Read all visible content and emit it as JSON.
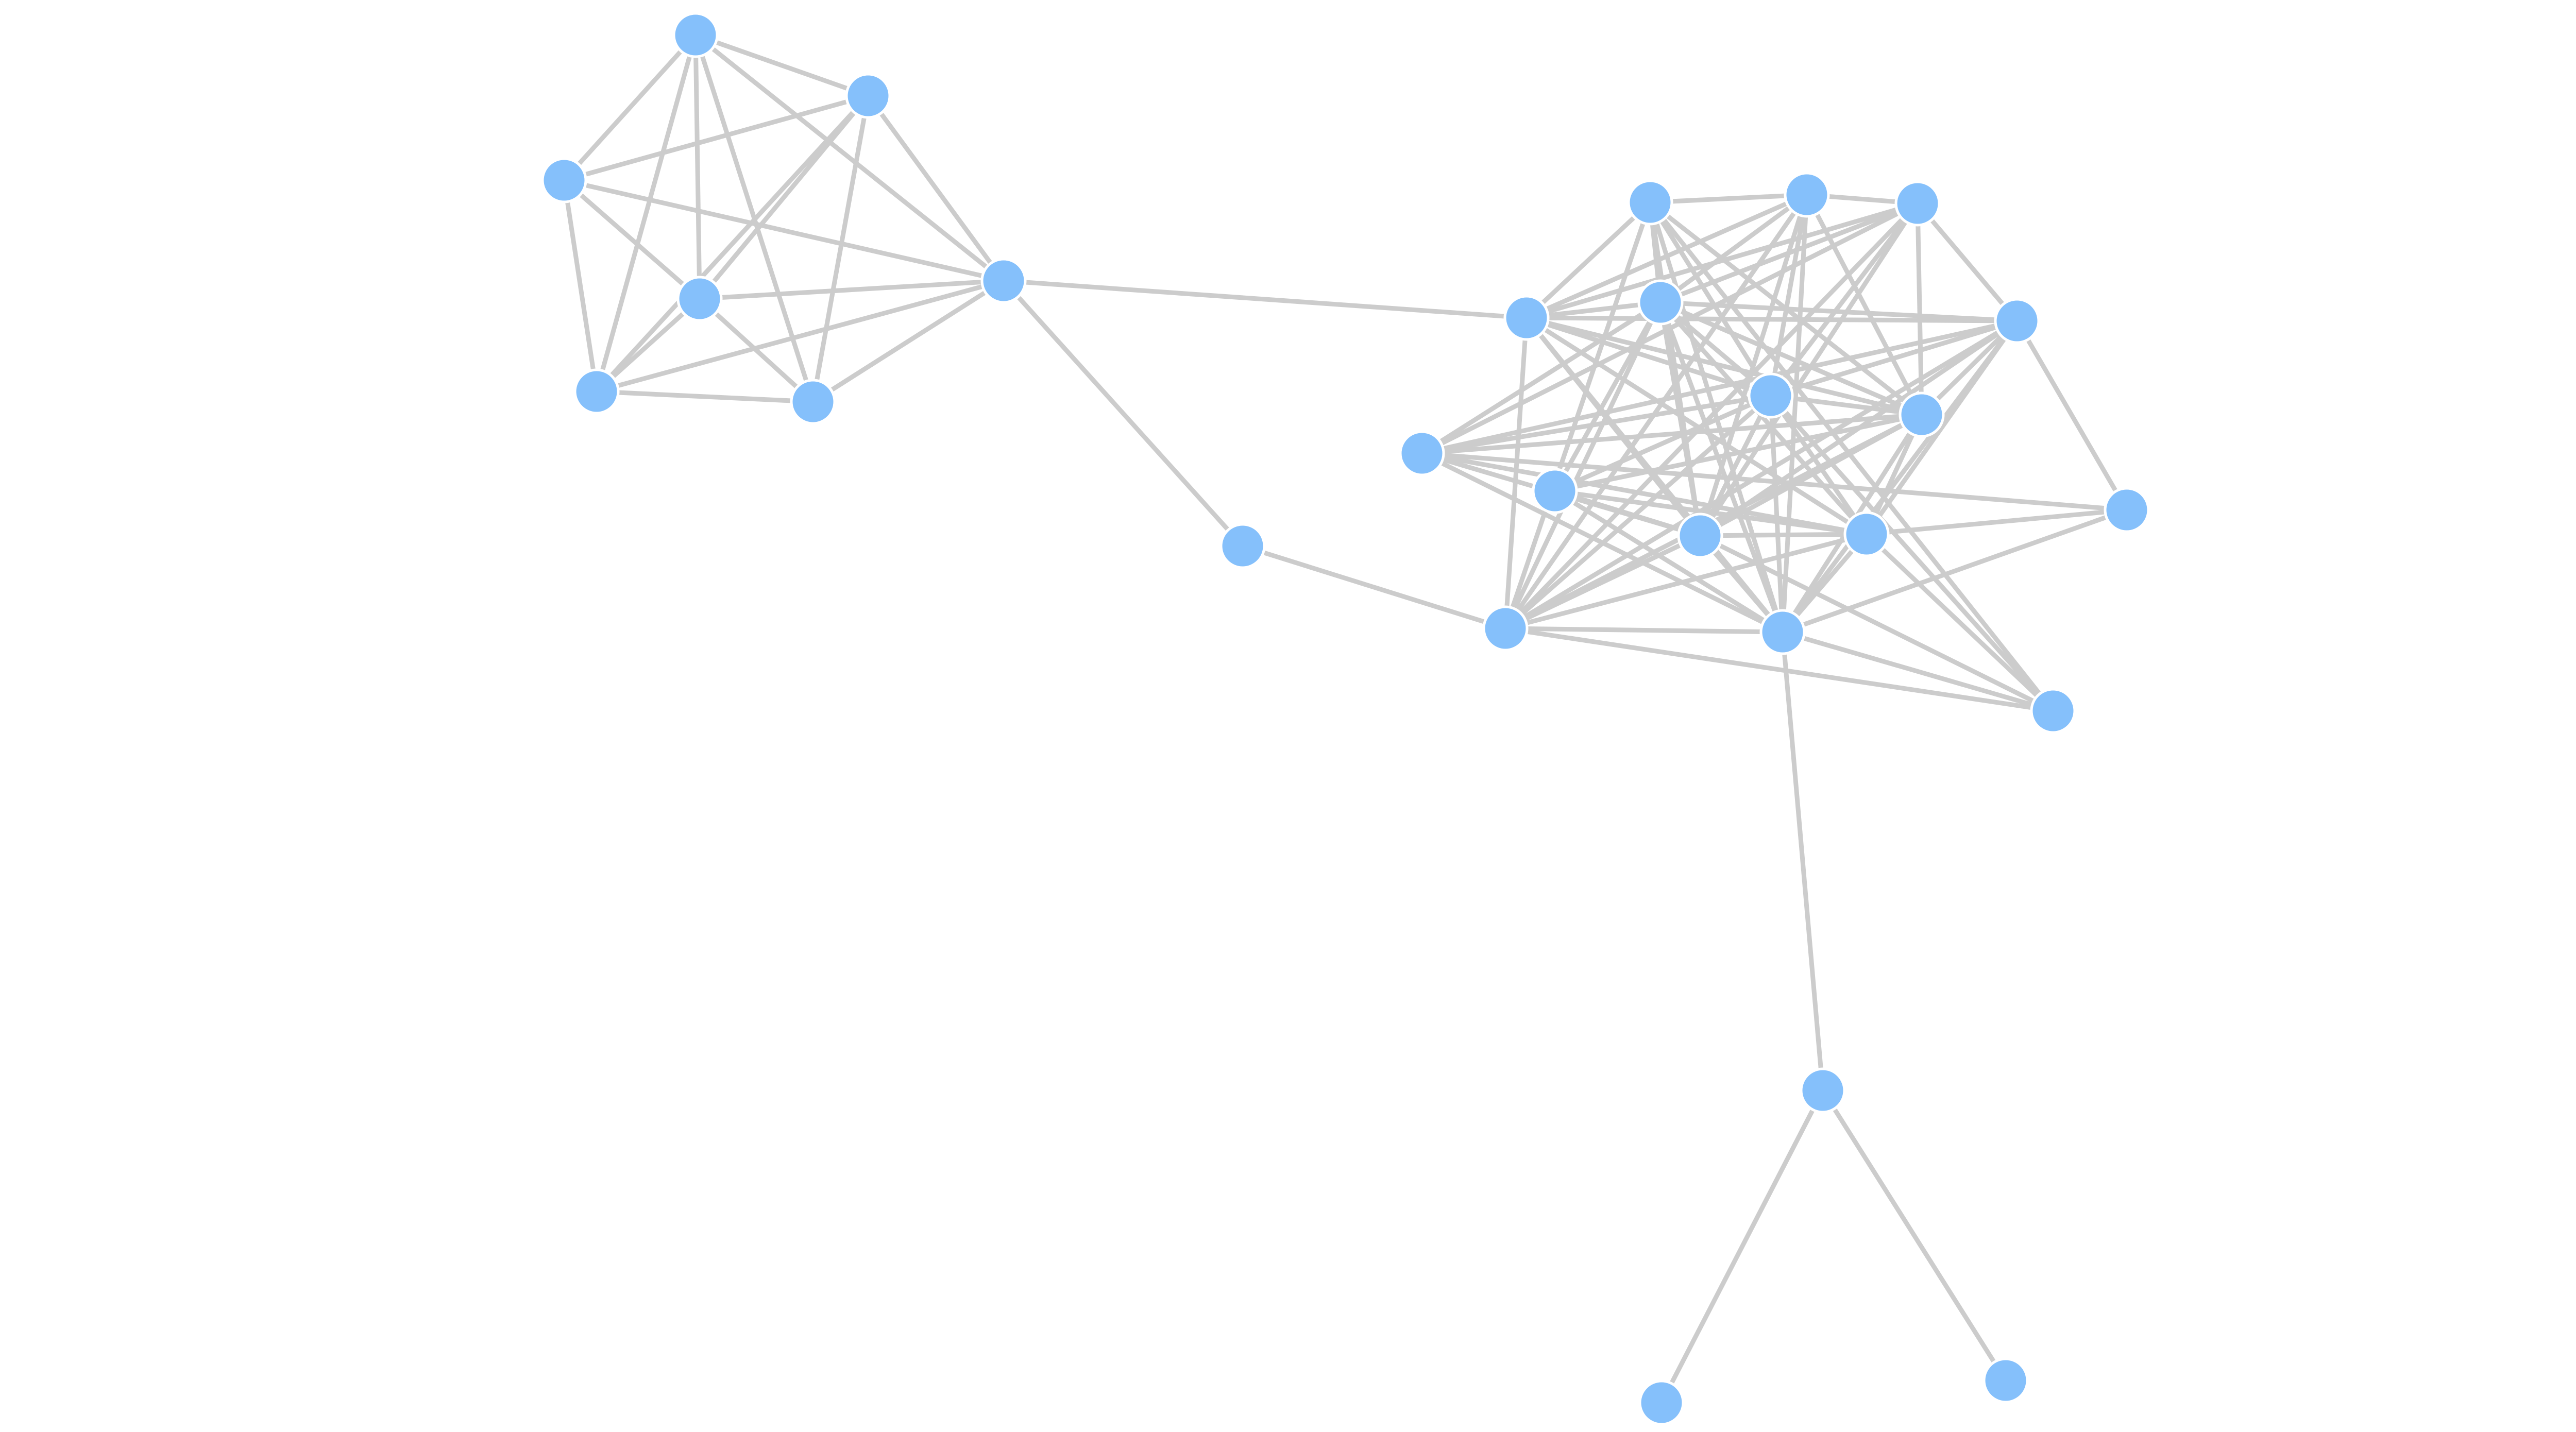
{
  "graph": {
    "node_color": "#85c0fb",
    "edge_color": "#cccccc",
    "background_color": "#ffffff",
    "nodes": [
      {
        "id": "a1"
      },
      {
        "id": "a2"
      },
      {
        "id": "a3"
      },
      {
        "id": "a4"
      },
      {
        "id": "a5"
      },
      {
        "id": "a6"
      },
      {
        "id": "a7"
      },
      {
        "id": "m1"
      },
      {
        "id": "c1"
      },
      {
        "id": "c2"
      },
      {
        "id": "c3"
      },
      {
        "id": "c4"
      },
      {
        "id": "c5"
      },
      {
        "id": "c6"
      },
      {
        "id": "c7"
      },
      {
        "id": "c8"
      },
      {
        "id": "c9"
      },
      {
        "id": "c10"
      },
      {
        "id": "c11"
      },
      {
        "id": "c12"
      },
      {
        "id": "c13"
      },
      {
        "id": "c14"
      },
      {
        "id": "c15"
      },
      {
        "id": "c16"
      },
      {
        "id": "t1"
      },
      {
        "id": "t2"
      },
      {
        "id": "t3"
      }
    ],
    "edges": [
      [
        "a1",
        "a2"
      ],
      [
        "a1",
        "a3"
      ],
      [
        "a1",
        "a4"
      ],
      [
        "a1",
        "a5"
      ],
      [
        "a1",
        "a6"
      ],
      [
        "a1",
        "a7"
      ],
      [
        "a2",
        "a3"
      ],
      [
        "a2",
        "a4"
      ],
      [
        "a2",
        "a5"
      ],
      [
        "a2",
        "a6"
      ],
      [
        "a2",
        "a7"
      ],
      [
        "a3",
        "a4"
      ],
      [
        "a3",
        "a5"
      ],
      [
        "a3",
        "a7"
      ],
      [
        "a4",
        "a5"
      ],
      [
        "a4",
        "a6"
      ],
      [
        "a4",
        "a7"
      ],
      [
        "a5",
        "a6"
      ],
      [
        "a5",
        "a7"
      ],
      [
        "a6",
        "a7"
      ],
      [
        "a7",
        "c4"
      ],
      [
        "a7",
        "m1"
      ],
      [
        "m1",
        "c14"
      ],
      [
        "c1",
        "c2"
      ],
      [
        "c1",
        "c4"
      ],
      [
        "c1",
        "c5"
      ],
      [
        "c1",
        "c6"
      ],
      [
        "c1",
        "c8"
      ],
      [
        "c1",
        "c11"
      ],
      [
        "c1",
        "c13"
      ],
      [
        "c1",
        "c14"
      ],
      [
        "c1",
        "c15"
      ],
      [
        "c2",
        "c3"
      ],
      [
        "c2",
        "c4"
      ],
      [
        "c2",
        "c5"
      ],
      [
        "c2",
        "c6"
      ],
      [
        "c2",
        "c8"
      ],
      [
        "c2",
        "c11"
      ],
      [
        "c2",
        "c13"
      ],
      [
        "c2",
        "c14"
      ],
      [
        "c3",
        "c4"
      ],
      [
        "c3",
        "c5"
      ],
      [
        "c3",
        "c6"
      ],
      [
        "c3",
        "c7"
      ],
      [
        "c3",
        "c8"
      ],
      [
        "c3",
        "c9"
      ],
      [
        "c3",
        "c11"
      ],
      [
        "c3",
        "c14"
      ],
      [
        "c4",
        "c5"
      ],
      [
        "c4",
        "c6"
      ],
      [
        "c4",
        "c7"
      ],
      [
        "c4",
        "c8"
      ],
      [
        "c4",
        "c11"
      ],
      [
        "c4",
        "c12"
      ],
      [
        "c4",
        "c13"
      ],
      [
        "c4",
        "c14"
      ],
      [
        "c5",
        "c6"
      ],
      [
        "c5",
        "c7"
      ],
      [
        "c5",
        "c8"
      ],
      [
        "c5",
        "c9"
      ],
      [
        "c5",
        "c10"
      ],
      [
        "c5",
        "c11"
      ],
      [
        "c5",
        "c12"
      ],
      [
        "c5",
        "c13"
      ],
      [
        "c5",
        "c14"
      ],
      [
        "c6",
        "c7"
      ],
      [
        "c6",
        "c8"
      ],
      [
        "c6",
        "c9"
      ],
      [
        "c6",
        "c10"
      ],
      [
        "c6",
        "c11"
      ],
      [
        "c6",
        "c12"
      ],
      [
        "c6",
        "c13"
      ],
      [
        "c6",
        "c14"
      ],
      [
        "c6",
        "c15"
      ],
      [
        "c7",
        "c8"
      ],
      [
        "c7",
        "c9"
      ],
      [
        "c7",
        "c11"
      ],
      [
        "c7",
        "c12"
      ],
      [
        "c7",
        "c13"
      ],
      [
        "c7",
        "c14"
      ],
      [
        "c7",
        "c16"
      ],
      [
        "c8",
        "c9"
      ],
      [
        "c8",
        "c10"
      ],
      [
        "c8",
        "c11"
      ],
      [
        "c8",
        "c12"
      ],
      [
        "c8",
        "c13"
      ],
      [
        "c8",
        "c14"
      ],
      [
        "c9",
        "c11"
      ],
      [
        "c9",
        "c12"
      ],
      [
        "c9",
        "c13"
      ],
      [
        "c9",
        "c16"
      ],
      [
        "c10",
        "c11"
      ],
      [
        "c10",
        "c12"
      ],
      [
        "c10",
        "c13"
      ],
      [
        "c11",
        "c12"
      ],
      [
        "c11",
        "c13"
      ],
      [
        "c11",
        "c14"
      ],
      [
        "c11",
        "c15"
      ],
      [
        "c12",
        "c13"
      ],
      [
        "c12",
        "c14"
      ],
      [
        "c12",
        "c15"
      ],
      [
        "c12",
        "c16"
      ],
      [
        "c13",
        "c14"
      ],
      [
        "c13",
        "c15"
      ],
      [
        "c13",
        "c16"
      ],
      [
        "c14",
        "c15"
      ],
      [
        "c13",
        "t1"
      ],
      [
        "t1",
        "t2"
      ],
      [
        "t1",
        "t3"
      ]
    ]
  }
}
